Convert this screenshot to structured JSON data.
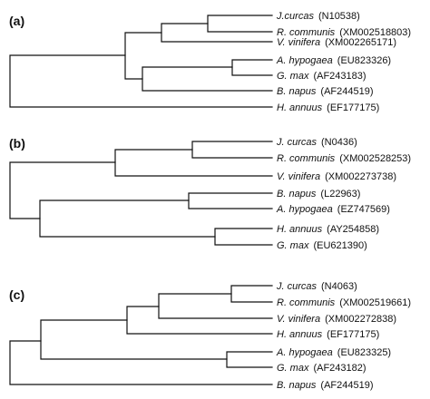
{
  "panels": [
    {
      "label": "(a)",
      "leaves": [
        {
          "name": "J.curcas",
          "acc": "(N10538)"
        },
        {
          "name": "R. communis",
          "acc": "(XM002518803)"
        },
        {
          "name": "V. vinifera",
          "acc": "(XM002265171)"
        },
        {
          "name": "A. hypogaea",
          "acc": "(EU823326)"
        },
        {
          "name": "G. max",
          "acc": "(AF243183)"
        },
        {
          "name": "B. napus",
          "acc": "(AF244519)"
        },
        {
          "name": "H. annuus",
          "acc": "(EF177175)"
        }
      ]
    },
    {
      "label": "(b)",
      "leaves": [
        {
          "name": "J. curcas",
          "acc": "(N0436)"
        },
        {
          "name": "R. communis",
          "acc": "(XM002528253)"
        },
        {
          "name": "V. vinifera",
          "acc": "(XM002273738)"
        },
        {
          "name": "B. napus",
          "acc": "(L22963)"
        },
        {
          "name": "A. hypogaea",
          "acc": "(EZ747569)"
        },
        {
          "name": "H. annuus",
          "acc": "(AY254858)"
        },
        {
          "name": "G. max",
          "acc": "(EU621390)"
        }
      ]
    },
    {
      "label": "(c)",
      "leaves": [
        {
          "name": "J. curcas",
          "acc": "(N4063)"
        },
        {
          "name": "R. communis",
          "acc": "(XM002519661)"
        },
        {
          "name": "V. vinifera",
          "acc": "(XM002272838)"
        },
        {
          "name": "H. annuus",
          "acc": "(EF177175)"
        },
        {
          "name": "A. hypogaea",
          "acc": "(EU823325)"
        },
        {
          "name": "G. max",
          "acc": "(AF243182)"
        },
        {
          "name": "B. napus",
          "acc": "(AF244519)"
        }
      ]
    }
  ]
}
